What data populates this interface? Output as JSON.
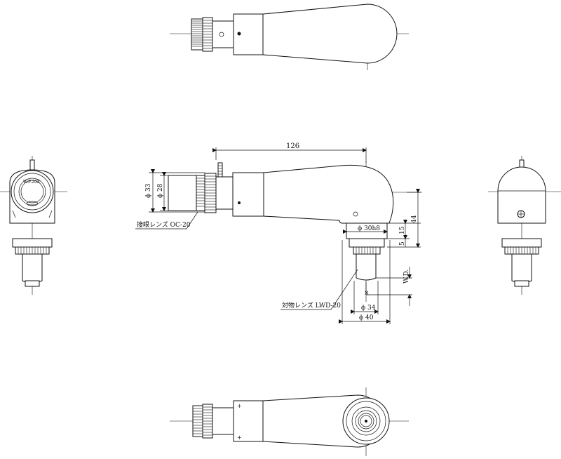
{
  "dimensions": {
    "length_126": "126",
    "dia_33": "ϕ 33",
    "dia_28": "ϕ 28",
    "dia_30h8": "ϕ 30h8",
    "height_15": "15",
    "height_44": "44",
    "height_5": "5",
    "wd": "W.D.",
    "dia_34": "ϕ 34",
    "dia_40": "ϕ 40"
  },
  "labels": {
    "eyepiece": "接眼レンズ OC-20",
    "objective": "対物レンズ LWD-20",
    "engraving": "W.F.20X"
  }
}
